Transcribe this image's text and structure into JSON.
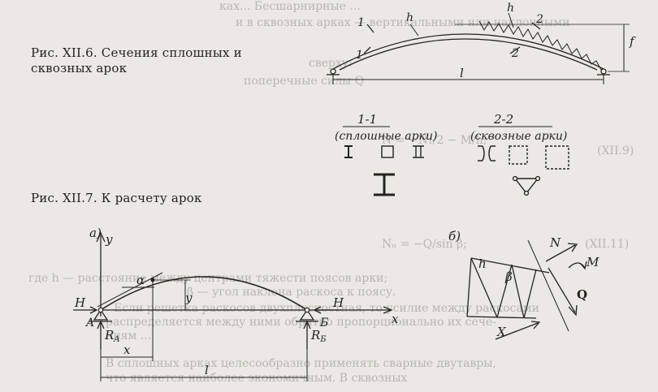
{
  "captions": {
    "fig6": "Рис. XII.6. Сечения сплошных и сквозных арок",
    "fig7": "Рис. XII.7. К расчету арок"
  },
  "fig6": {
    "section_1": "1-1",
    "section_1_caption": "(сплошные арки)",
    "section_2": "2-2",
    "section_2_caption": "(сквозные арки)",
    "label_1": "1",
    "label_2": "2",
    "label_h": "h",
    "label_l": "l",
    "label_f": "f"
  },
  "fig7": {
    "panel_a": "а)",
    "panel_b": "б)",
    "y": "y",
    "x": "x",
    "alpha": "α",
    "H": "H",
    "A": "A",
    "B": "Б",
    "RA": "R",
    "RA_sub": "A",
    "RB": "R",
    "RB_sub": "Б",
    "l": "l",
    "x_dim": "x",
    "y_dim": "y",
    "N": "N",
    "M": "M",
    "Q": "Q",
    "h": "h",
    "beta": "β",
    "x_b": "X"
  },
  "background_text": {
    "line1": "ках...   Бесшарнирные     ...",
    "line2": "и в сквозных арках — вертикальными или наклонными",
    "line3": "сверху:",
    "line4": "поперечные силы Q",
    "line5": "где h — расстояние между центрами тяжести поясов арки;",
    "line6": "β — угол наклона раскоса к поясу.",
    "line7": "Если решетка раскосов двухплоскостная, то усилие между раскосами",
    "line8": "распределяется между ними обратно пропорционально их сече-",
    "line9": "ниям ...",
    "line10": "В сплошных арках целесообразно применять сварные двутавры,",
    "line11": "что является наиболее экономичным. В сквозных",
    "formula1": "N = −N₁/2 − M/h;",
    "formula2": "Nₙ = −Q/sin β;",
    "eq1": "(XII.9)",
    "eq2": "(XII.11)"
  }
}
